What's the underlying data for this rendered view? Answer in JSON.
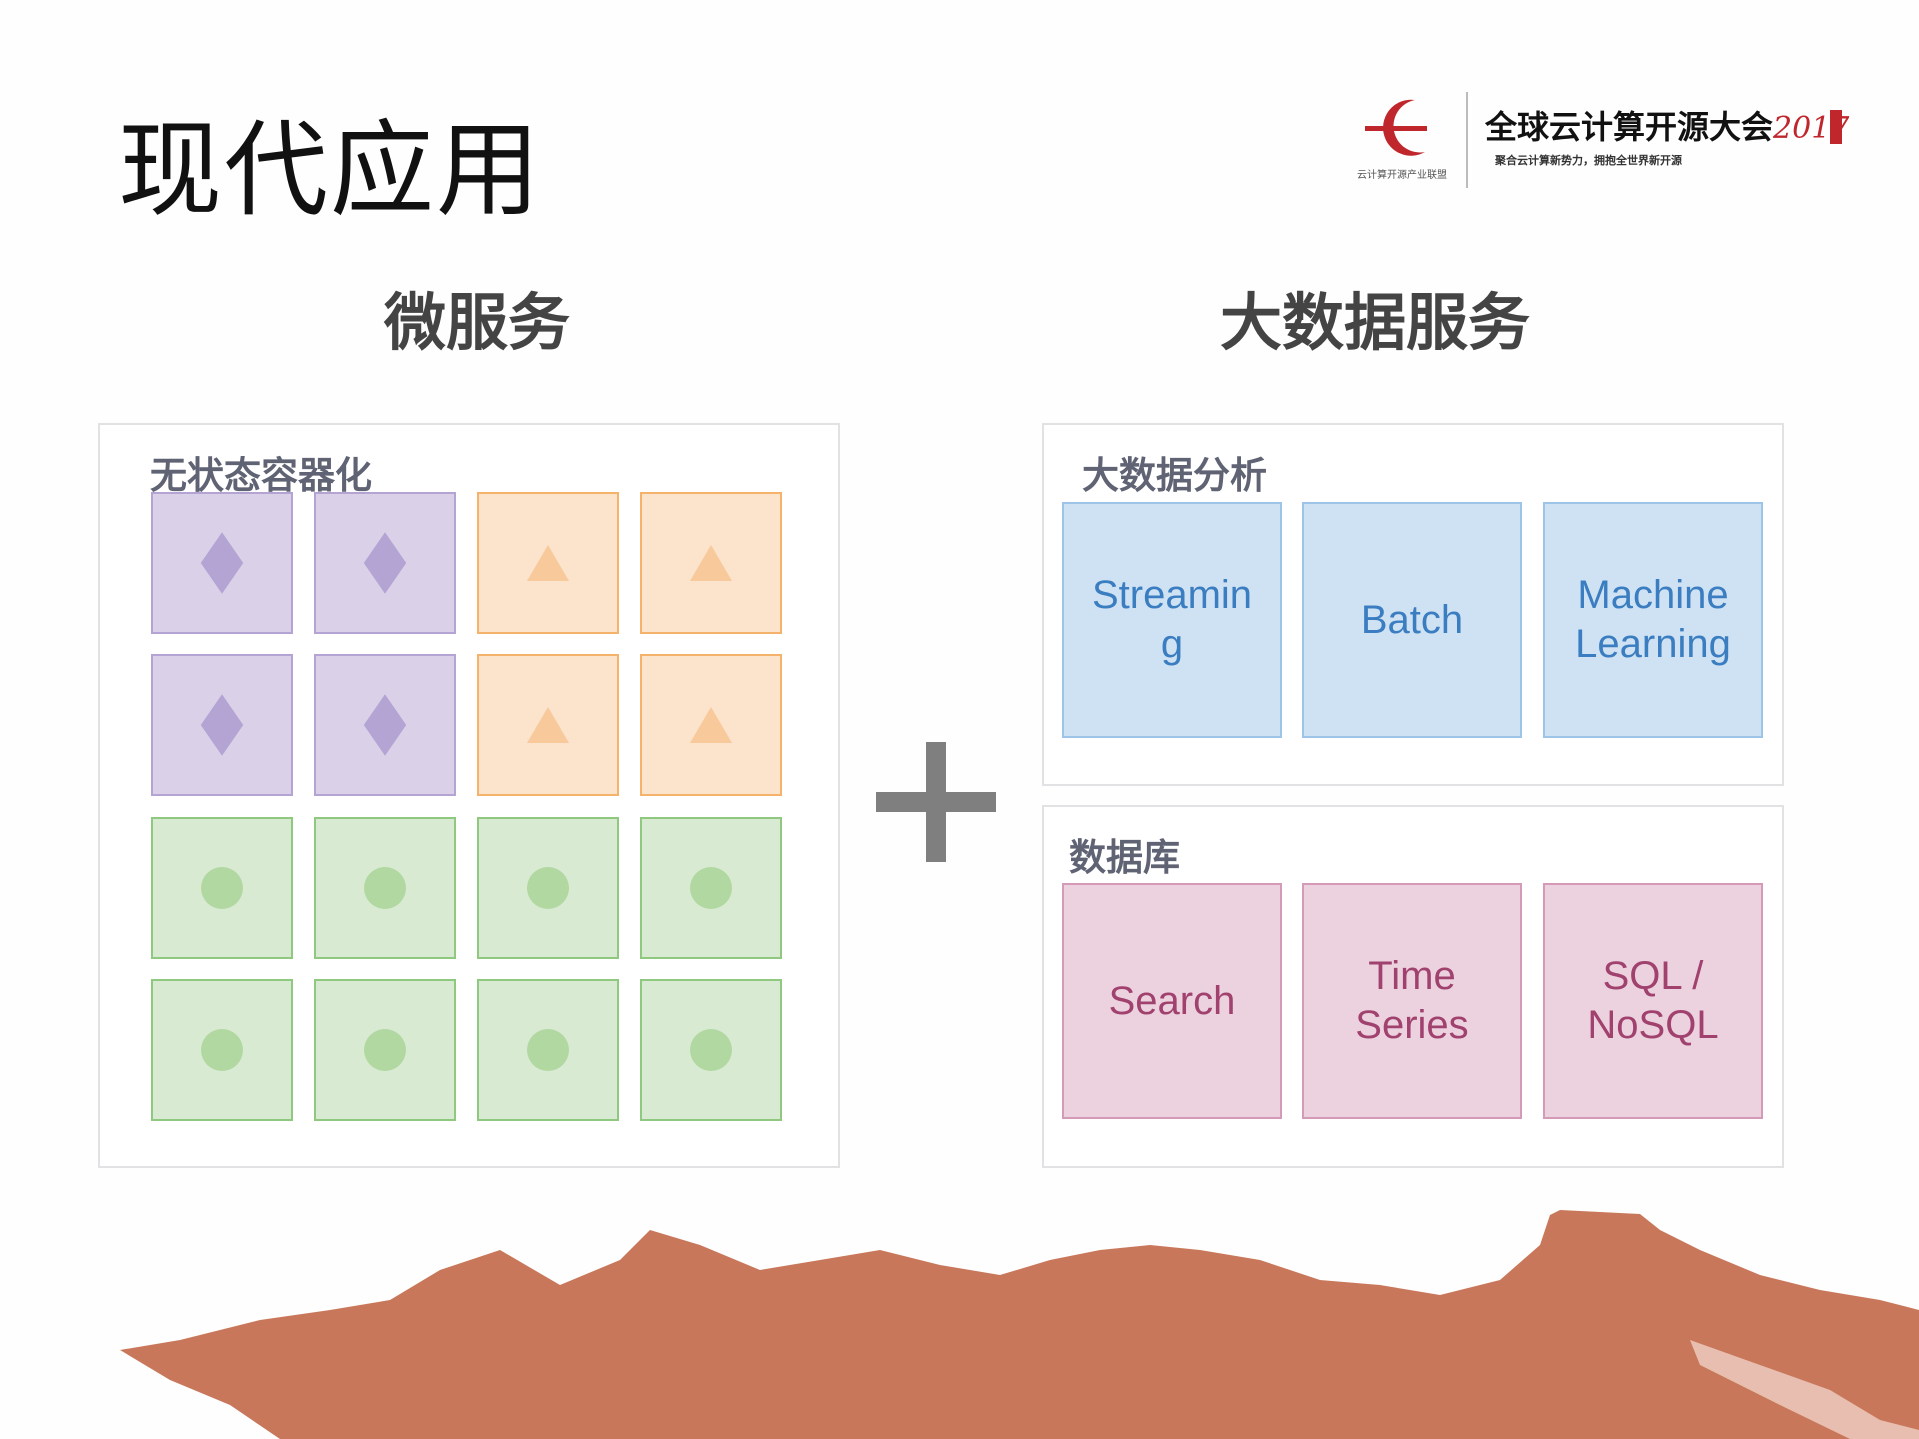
{
  "slide": {
    "title": "现代应用",
    "logo": {
      "org": "云计算开源产业联盟",
      "conference": "全球云计算开源大会",
      "year": "2017",
      "slogan": "聚合云计算新势力，拥抱全世界新开源",
      "brand_color": "#c0272d"
    },
    "left": {
      "heading": "微服务",
      "panel_title": "无状态容器化",
      "rows": [
        [
          "diamond",
          "diamond",
          "triangle",
          "triangle"
        ],
        [
          "diamond",
          "diamond",
          "triangle",
          "triangle"
        ],
        [
          "circle",
          "circle",
          "circle",
          "circle"
        ],
        [
          "circle",
          "circle",
          "circle",
          "circle"
        ]
      ]
    },
    "plus": "+",
    "right": {
      "heading": "大数据服务",
      "analytics": {
        "title": "大数据分析",
        "items": [
          "Streaming",
          "Batch",
          "Machine Learning"
        ]
      },
      "database": {
        "title": "数据库",
        "items": [
          "Search",
          "Time Series",
          "SQL / NoSQL"
        ]
      }
    },
    "colors": {
      "purple": "#dad1e8",
      "orange": "#fbe3cc",
      "green": "#d9ead3",
      "blue": "#cfe2f3",
      "pink": "#ecd1df",
      "mountain": "#c9775a"
    }
  }
}
